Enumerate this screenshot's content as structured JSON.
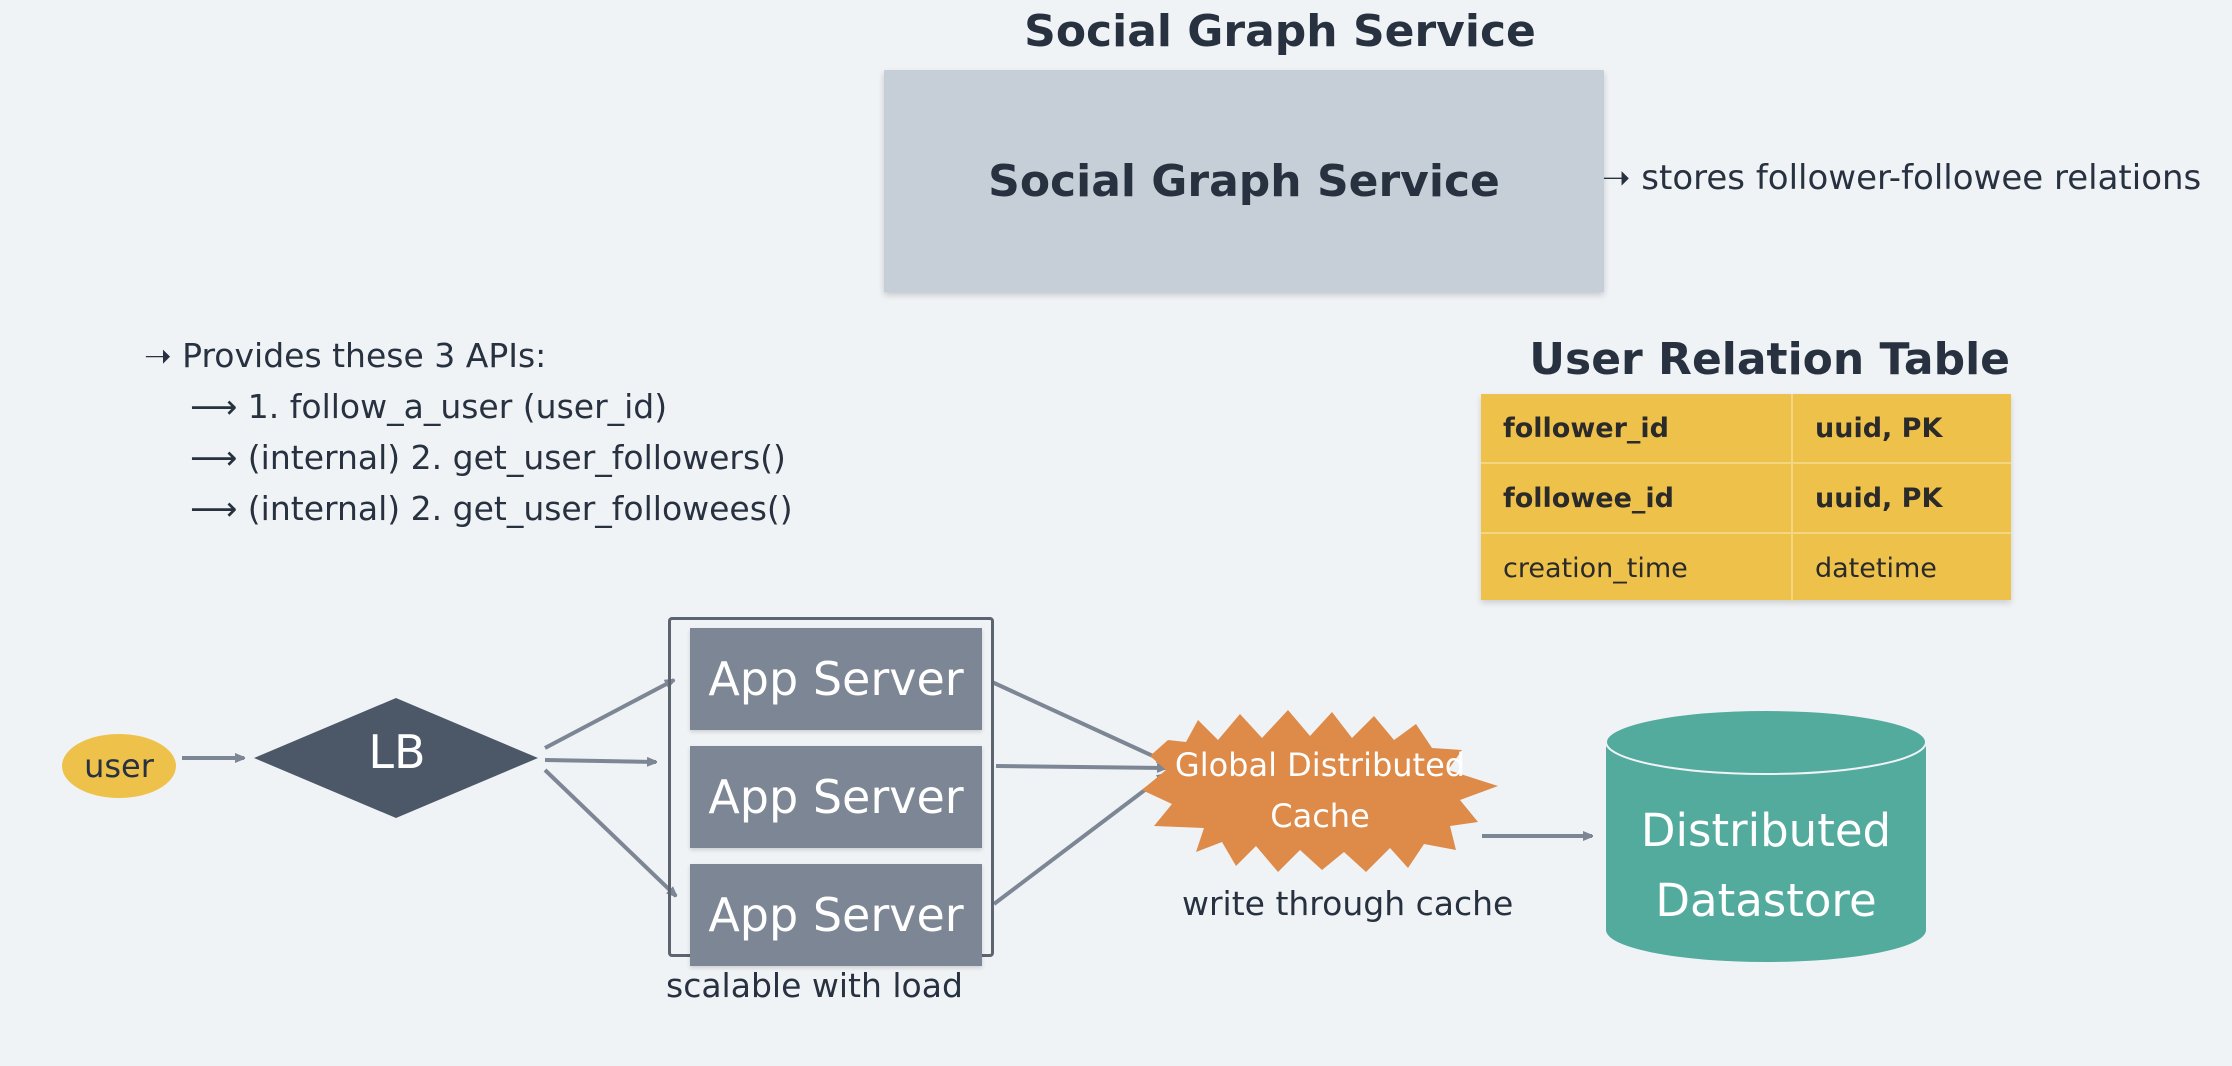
{
  "title": "Social Graph Service",
  "service_box": {
    "label": "Social Graph Service",
    "note": "➝ stores follower-followee relations"
  },
  "apis": {
    "heading": "➝ Provides these 3 APIs:",
    "items": [
      "⟶ 1. follow_a_user (user_id)",
      "⟶ (internal) 2. get_user_followers()",
      "⟶ (internal) 2. get_user_followees()"
    ]
  },
  "relation_table": {
    "title": "User Relation Table",
    "rows": [
      {
        "name": "follower_id",
        "type": "uuid, PK",
        "bold": true
      },
      {
        "name": "followee_id",
        "type": "uuid, PK",
        "bold": true
      },
      {
        "name": "creation_time",
        "type": "datetime",
        "bold": false
      }
    ]
  },
  "flow": {
    "user": "user",
    "lb": "LB",
    "app_servers": [
      "App Server",
      "App Server",
      "App Server"
    ],
    "app_caption": "scalable with load",
    "cache": [
      "Global Distributed",
      "Cache"
    ],
    "cache_caption": "write through cache",
    "datastore": [
      "Distributed",
      "Datastore"
    ]
  },
  "colors": {
    "background": "#f0f3f6",
    "service_box": "#c6ced8",
    "table": "#eec24a",
    "user": "#eec24a",
    "lb": "#4c5868",
    "app_server": "#7c8694",
    "cache": "#de8a48",
    "datastore": "#53ab9e",
    "arrow": "#7c8694"
  }
}
